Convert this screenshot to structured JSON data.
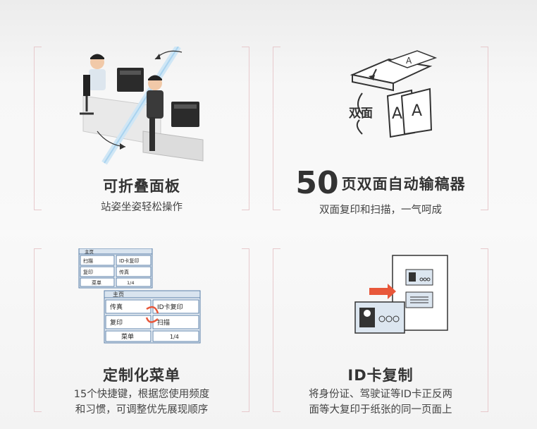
{
  "panels": [
    {
      "title": "可折叠面板",
      "subtitle": "站姿坐姿轻松操作"
    },
    {
      "title_number": "50",
      "title": "页双面自动输稿器",
      "subtitle": "双面复印和扫描，一气呵成",
      "icon_label": "双面"
    },
    {
      "title": "定制化菜单",
      "subtitle_lines": [
        "15个快捷键，根据您使用频度",
        "和习惯，可调整优先展现顺序"
      ],
      "menu_small": {
        "header": "主页",
        "items": [
          "扫描",
          "ID卡复印",
          "复印",
          "传真"
        ],
        "menu": "菜单",
        "page": "1/4"
      },
      "menu_large": {
        "header": "主页",
        "items": [
          "传真",
          "ID卡复印",
          "复印",
          "扫描"
        ],
        "menu": "菜单",
        "page": "1/4"
      }
    },
    {
      "title": "ID卡复制",
      "subtitle_lines": [
        "将身份证、驾驶证等ID卡正反两",
        "面等大复印于纸张的同一页面上"
      ]
    }
  ],
  "colors": {
    "bracket": "#e7c9cc",
    "arrow": "#e8573a",
    "menu_border": "#5a7fa8"
  }
}
